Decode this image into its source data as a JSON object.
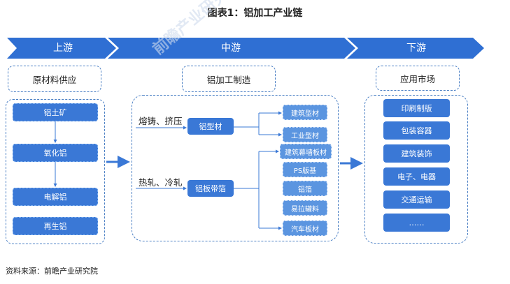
{
  "title": "图表1：铝加工产业链",
  "stages": {
    "upstream": "上游",
    "midstream": "中游",
    "downstream": "下游"
  },
  "headers": {
    "upstream": "原材料供应",
    "midstream": "铝加工制造",
    "downstream": "应用市场"
  },
  "upstream_nodes": [
    "铝土矿",
    "氧化铝",
    "电解铝",
    "再生铝"
  ],
  "processes": {
    "casting": "熔铸、挤压",
    "rolling": "热轧、冷轧"
  },
  "intermediates": {
    "profile": "铝型材",
    "sheet": "铝板带箔"
  },
  "products": [
    "建筑型材",
    "工业型材",
    "建筑幕墙板材",
    "PS版基",
    "铝箔",
    "易拉罐料",
    "汽车板材"
  ],
  "markets": [
    "印刷制版",
    "包装容器",
    "建筑装饰",
    "电子、电器",
    "交通运输",
    "……"
  ],
  "source": "资料来源：前瞻产业研究院",
  "watermark": "前瞻产业研究院",
  "colors": {
    "chevron": "#2f6fd3",
    "node": "#3a78d6",
    "product": "#5b95e0",
    "border": "#4a7fc4"
  }
}
